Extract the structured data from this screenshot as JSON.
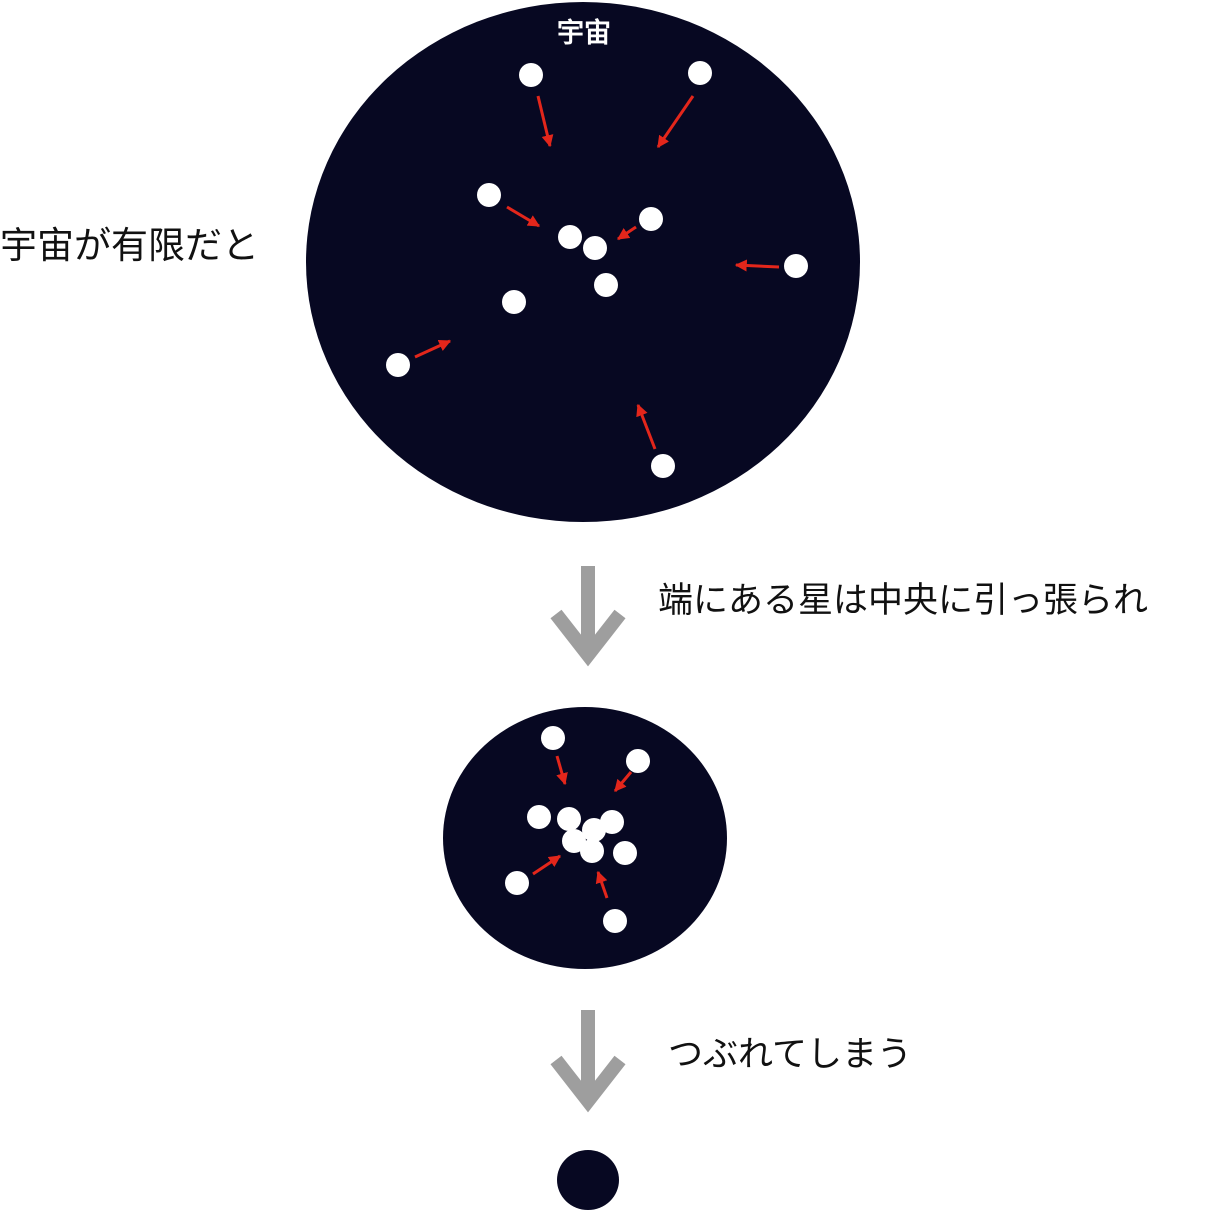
{
  "labels": {
    "universe_title": "宇宙",
    "premise": "宇宙が有限だと",
    "step1": "端にある星は中央に引っ張られ",
    "step2": "つぶれてしまう"
  },
  "colors": {
    "universe": "#070822",
    "star": "#ffffff",
    "force_arrow": "#e3261b",
    "flow_arrow": "#9e9e9e",
    "text": "#111111"
  },
  "icons": {
    "star": "white-circle",
    "force": "red-arrow",
    "flow": "gray-down-chevron-arrow"
  }
}
